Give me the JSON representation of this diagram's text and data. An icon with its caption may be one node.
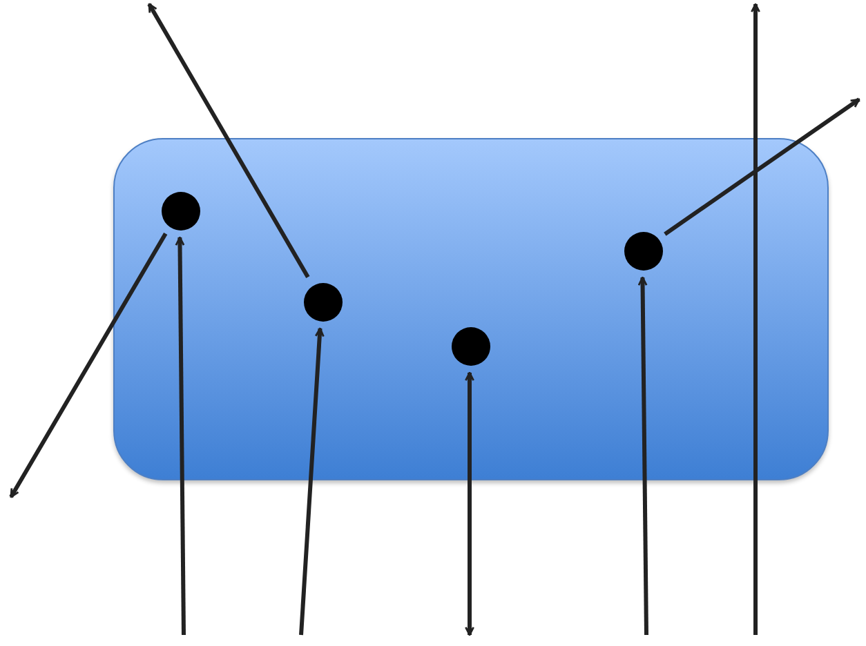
{
  "diagram": {
    "nodes": [
      {
        "text": [],
        "shape": "box"
      },
      {
        "text": [],
        "shape": "circle",
        "in": 0
      },
      {
        "text": [],
        "shape": "circle",
        "in": 0
      },
      {
        "text": [],
        "shape": "circle",
        "in": 0
      },
      {
        "text": [],
        "shape": "circle",
        "in": 0
      }
    ],
    "edges": [
      {
        "from": null,
        "to": 1,
        "arrow": "to"
      },
      {
        "from": 1,
        "to": null,
        "arrow": "to"
      },
      {
        "from": null,
        "to": 2,
        "arrow": "to"
      },
      {
        "from": 2,
        "to": null,
        "arrow": "to"
      },
      {
        "from": 3,
        "to": null,
        "arrow": "both"
      },
      {
        "from": null,
        "to": 4,
        "arrow": "to"
      },
      {
        "from": 4,
        "to": null,
        "arrow": "to"
      }
    ]
  }
}
